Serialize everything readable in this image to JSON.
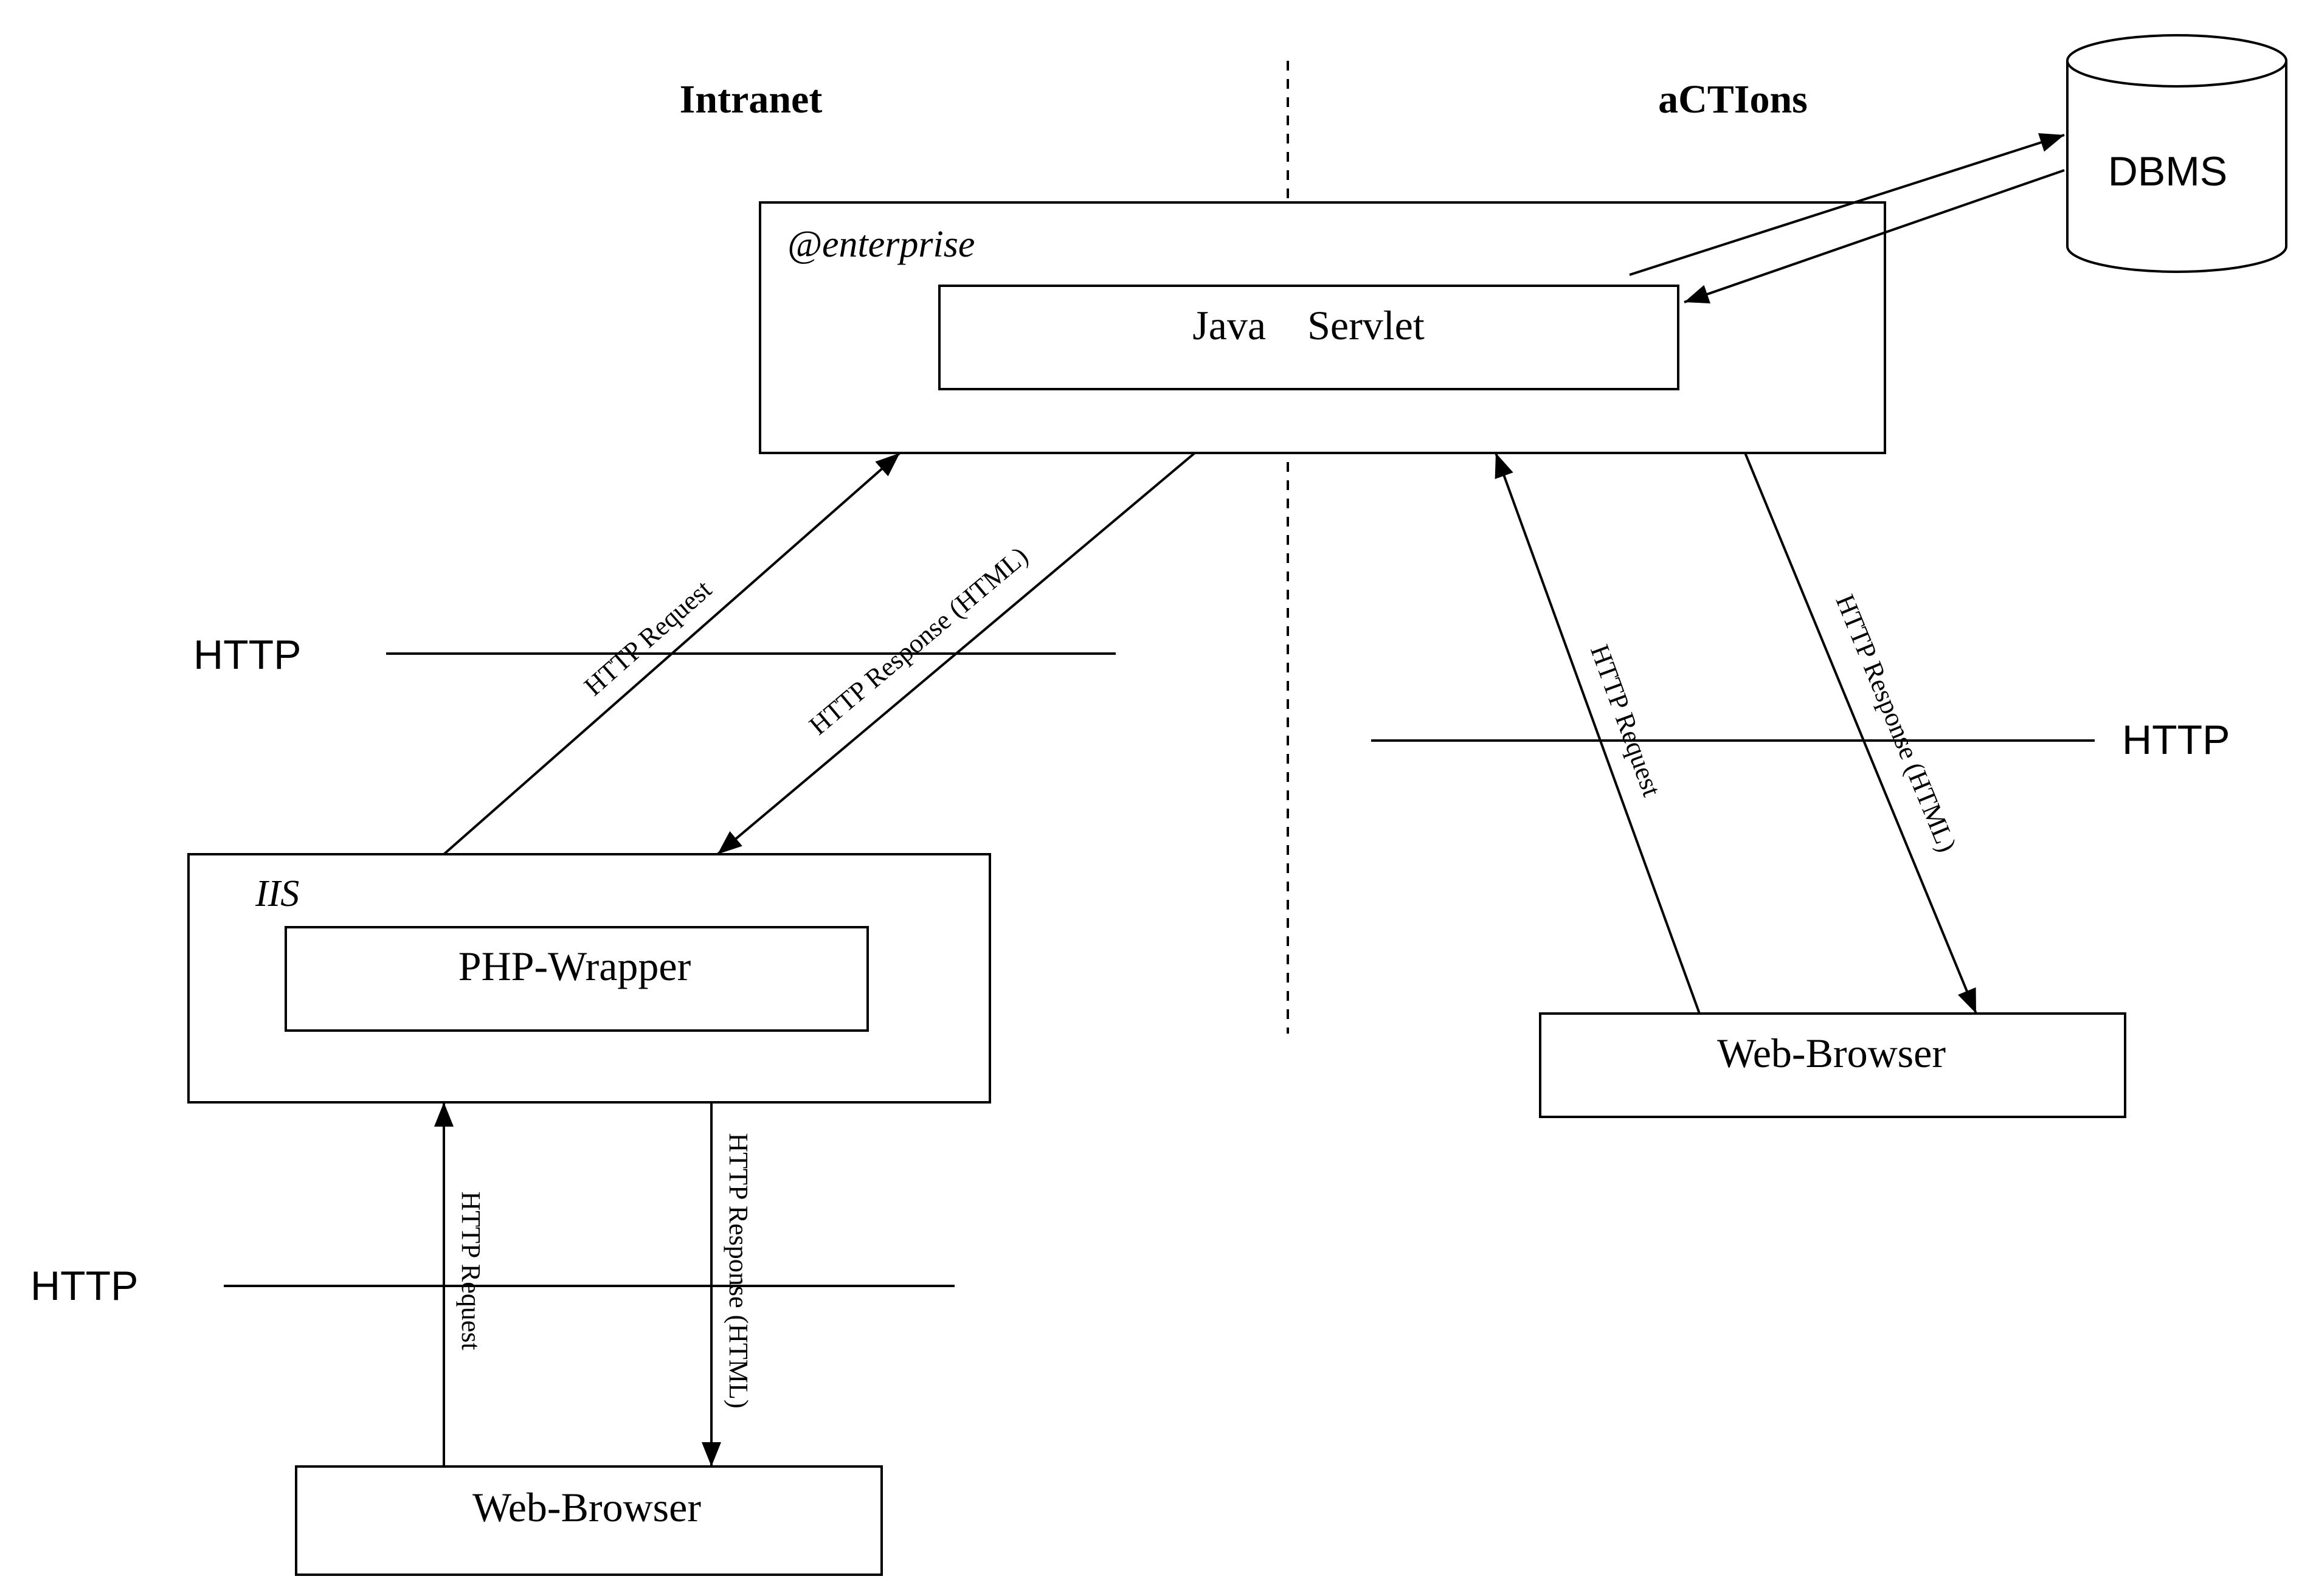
{
  "zones": {
    "left_heading": "Intranet",
    "right_heading": "aCTIons"
  },
  "nodes": {
    "enterprise_label": "@enterprise",
    "java_servlet": "Java    Servlet",
    "dbms": "DBMS",
    "iis_label": "IIS",
    "php_wrapper": "PHP-Wrapper",
    "web_browser_left": "Web-Browser",
    "web_browser_right": "Web-Browser"
  },
  "protocol_labels": {
    "http_upper_left": "HTTP",
    "http_right": "HTTP",
    "http_lower_left": "HTTP"
  },
  "arrow_labels": {
    "iis_to_enterprise": "HTTP Request",
    "enterprise_to_iis": "HTTP Response (HTML)",
    "browser_to_iis": "HTTP Request",
    "iis_to_browser": "HTTP Response (HTML)",
    "browser_to_enterprise": "HTTP Request",
    "enterprise_to_browser": "HTTP Response (HTML)"
  }
}
